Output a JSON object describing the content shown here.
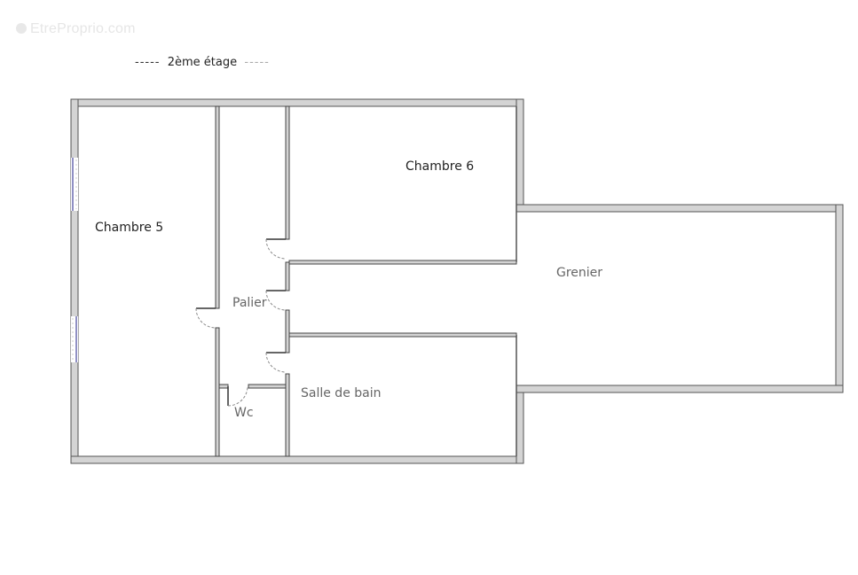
{
  "watermark": "EtreProprio.com",
  "floor": {
    "title": "2ème étage",
    "dash_left": "-----",
    "dash_right": "-----"
  },
  "rooms": {
    "chambre5": "Chambre 5",
    "chambre6": "Chambre 6",
    "palier": "Palier",
    "wc": "Wc",
    "salle_de_bain": "Salle de bain",
    "grenier": "Grenier"
  },
  "colors": {
    "wall_fill": "#d4d4d4",
    "wall_stroke": "#555555",
    "window": "#6b6bb0",
    "door_arc": "#888888"
  }
}
